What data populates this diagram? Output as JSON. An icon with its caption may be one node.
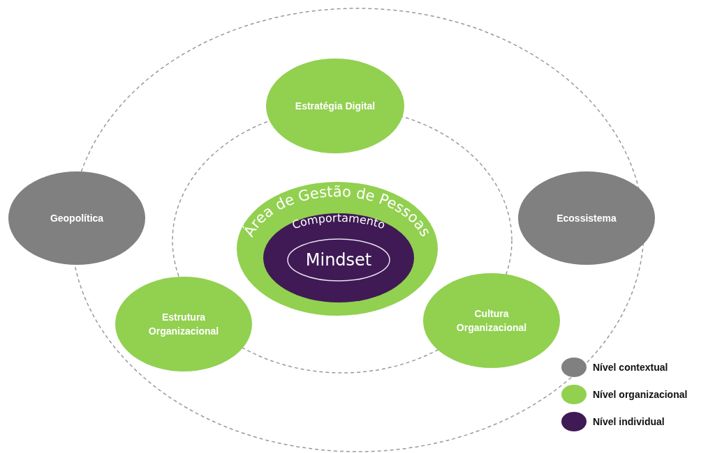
{
  "diagram": {
    "nodes": [
      {
        "text": [
          "Estratégia Digital"
        ]
      },
      {
        "text": [
          "Geopolítica"
        ]
      },
      {
        "text": [
          "Ecossistema"
        ]
      },
      {
        "text": [
          "Área de Gestão de Pessoas"
        ]
      },
      {
        "text": [
          "Comportamento"
        ],
        "in": 3
      },
      {
        "text": [
          "Mindset"
        ],
        "in": 4
      },
      {
        "text": [
          "Estrutura Organizacional"
        ]
      },
      {
        "text": [
          "Cultura Organizacional"
        ]
      }
    ],
    "edges": [],
    "legend": [
      {
        "text": "Nível contextual",
        "color": "#808080"
      },
      {
        "text": "Nível organizacional",
        "color": "#92d050"
      },
      {
        "text": "Nível individual",
        "color": "#3f1a55"
      }
    ]
  }
}
